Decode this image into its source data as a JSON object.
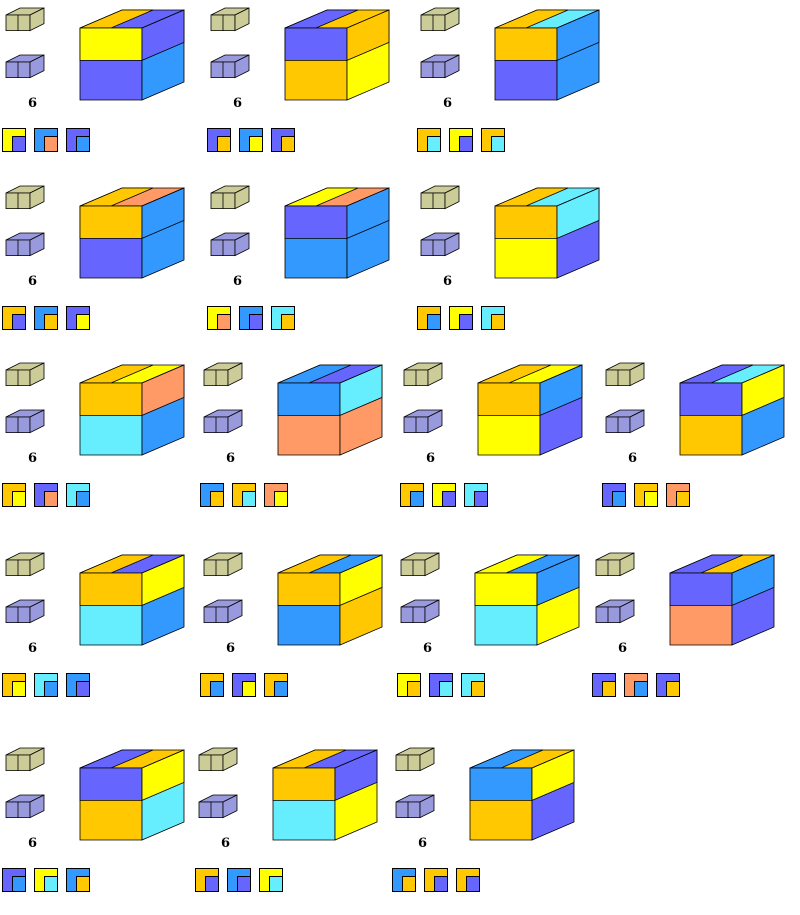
{
  "palette": {
    "yellow": "#FFFF00",
    "gold": "#FFC800",
    "blue": "#3399FF",
    "violet": "#6666FF",
    "salmon": "#FF9966",
    "cyan": "#66EEFF",
    "khaki": "#CCCC99",
    "lavender": "#9999DD"
  },
  "items": [
    {
      "label": "6",
      "top": [
        "gold",
        "violet"
      ],
      "front": [
        "yellow",
        "violet"
      ],
      "side": [
        "violet",
        "blue"
      ],
      "minis": [
        [
          "yellow",
          "violet"
        ],
        [
          "blue",
          "salmon"
        ],
        [
          "violet",
          "blue"
        ]
      ]
    },
    {
      "label": "6",
      "top": [
        "violet",
        "gold"
      ],
      "front": [
        "violet",
        "gold"
      ],
      "side": [
        "gold",
        "yellow"
      ],
      "minis": [
        [
          "violet",
          "gold"
        ],
        [
          "blue",
          "yellow"
        ],
        [
          "violet",
          "gold"
        ]
      ]
    },
    {
      "label": "6",
      "top": [
        "gold",
        "cyan"
      ],
      "front": [
        "gold",
        "violet"
      ],
      "side": [
        "blue",
        "blue"
      ],
      "minis": [
        [
          "gold",
          "cyan"
        ],
        [
          "yellow",
          "violet"
        ],
        [
          "gold",
          "cyan"
        ]
      ]
    },
    {
      "label": "6",
      "top": [
        "gold",
        "salmon"
      ],
      "front": [
        "gold",
        "violet"
      ],
      "side": [
        "blue",
        "blue"
      ],
      "minis": [
        [
          "gold",
          "violet"
        ],
        [
          "blue",
          "gold"
        ],
        [
          "violet",
          "yellow"
        ]
      ]
    },
    {
      "label": "6",
      "top": [
        "yellow",
        "salmon"
      ],
      "front": [
        "violet",
        "blue"
      ],
      "side": [
        "blue",
        "blue"
      ],
      "minis": [
        [
          "yellow",
          "salmon"
        ],
        [
          "blue",
          "violet"
        ],
        [
          "cyan",
          "gold"
        ]
      ]
    },
    {
      "label": "6",
      "top": [
        "gold",
        "cyan"
      ],
      "front": [
        "gold",
        "yellow"
      ],
      "side": [
        "cyan",
        "violet"
      ],
      "minis": [
        [
          "gold",
          "blue"
        ],
        [
          "yellow",
          "violet"
        ],
        [
          "cyan",
          "gold"
        ]
      ]
    },
    {
      "label": "6",
      "top": [
        "gold",
        "yellow"
      ],
      "front": [
        "gold",
        "cyan"
      ],
      "side": [
        "salmon",
        "blue"
      ],
      "minis": [
        [
          "gold",
          "yellow"
        ],
        [
          "violet",
          "salmon"
        ],
        [
          "cyan",
          "blue"
        ]
      ]
    },
    {
      "label": "6",
      "top": [
        "blue",
        "violet"
      ],
      "front": [
        "blue",
        "salmon"
      ],
      "side": [
        "cyan",
        "salmon"
      ],
      "minis": [
        [
          "blue",
          "gold"
        ],
        [
          "gold",
          "cyan"
        ],
        [
          "salmon",
          "yellow"
        ]
      ]
    },
    {
      "label": "6",
      "top": [
        "gold",
        "yellow"
      ],
      "front": [
        "gold",
        "yellow"
      ],
      "side": [
        "blue",
        "violet"
      ],
      "minis": [
        [
          "gold",
          "blue"
        ],
        [
          "yellow",
          "violet"
        ],
        [
          "cyan",
          "violet"
        ]
      ]
    },
    {
      "label": "6",
      "top": [
        "violet",
        "cyan"
      ],
      "front": [
        "violet",
        "gold"
      ],
      "side": [
        "yellow",
        "blue"
      ],
      "minis": [
        [
          "violet",
          "blue"
        ],
        [
          "gold",
          "yellow"
        ],
        [
          "salmon",
          "gold"
        ]
      ]
    },
    {
      "label": "6",
      "top": [
        "gold",
        "violet"
      ],
      "front": [
        "gold",
        "cyan"
      ],
      "side": [
        "yellow",
        "blue"
      ],
      "minis": [
        [
          "gold",
          "yellow"
        ],
        [
          "cyan",
          "blue"
        ],
        [
          "blue",
          "violet"
        ]
      ]
    },
    {
      "label": "6",
      "top": [
        "gold",
        "blue"
      ],
      "front": [
        "gold",
        "blue"
      ],
      "side": [
        "yellow",
        "gold"
      ],
      "minis": [
        [
          "gold",
          "blue"
        ],
        [
          "violet",
          "yellow"
        ],
        [
          "gold",
          "blue"
        ]
      ]
    },
    {
      "label": "6",
      "top": [
        "yellow",
        "blue"
      ],
      "front": [
        "yellow",
        "cyan"
      ],
      "side": [
        "blue",
        "yellow"
      ],
      "minis": [
        [
          "yellow",
          "gold"
        ],
        [
          "violet",
          "cyan"
        ],
        [
          "cyan",
          "gold"
        ]
      ]
    },
    {
      "label": "6",
      "top": [
        "violet",
        "gold"
      ],
      "front": [
        "violet",
        "salmon"
      ],
      "side": [
        "blue",
        "violet"
      ],
      "minis": [
        [
          "violet",
          "gold"
        ],
        [
          "salmon",
          "blue"
        ],
        [
          "violet",
          "gold"
        ]
      ]
    },
    {
      "label": "6",
      "top": [
        "violet",
        "gold"
      ],
      "front": [
        "violet",
        "gold"
      ],
      "side": [
        "yellow",
        "cyan"
      ],
      "minis": [
        [
          "violet",
          "blue"
        ],
        [
          "yellow",
          "cyan"
        ],
        [
          "blue",
          "gold"
        ]
      ]
    },
    {
      "label": "6",
      "top": [
        "gold",
        "violet"
      ],
      "front": [
        "gold",
        "cyan"
      ],
      "side": [
        "violet",
        "yellow"
      ],
      "minis": [
        [
          "gold",
          "violet"
        ],
        [
          "blue",
          "violet"
        ],
        [
          "yellow",
          "cyan"
        ]
      ]
    },
    {
      "label": "6",
      "top": [
        "blue",
        "gold"
      ],
      "front": [
        "blue",
        "gold"
      ],
      "side": [
        "yellow",
        "violet"
      ],
      "minis": [
        [
          "blue",
          "gold"
        ],
        [
          "gold",
          "violet"
        ],
        [
          "gold",
          "violet"
        ]
      ]
    }
  ]
}
